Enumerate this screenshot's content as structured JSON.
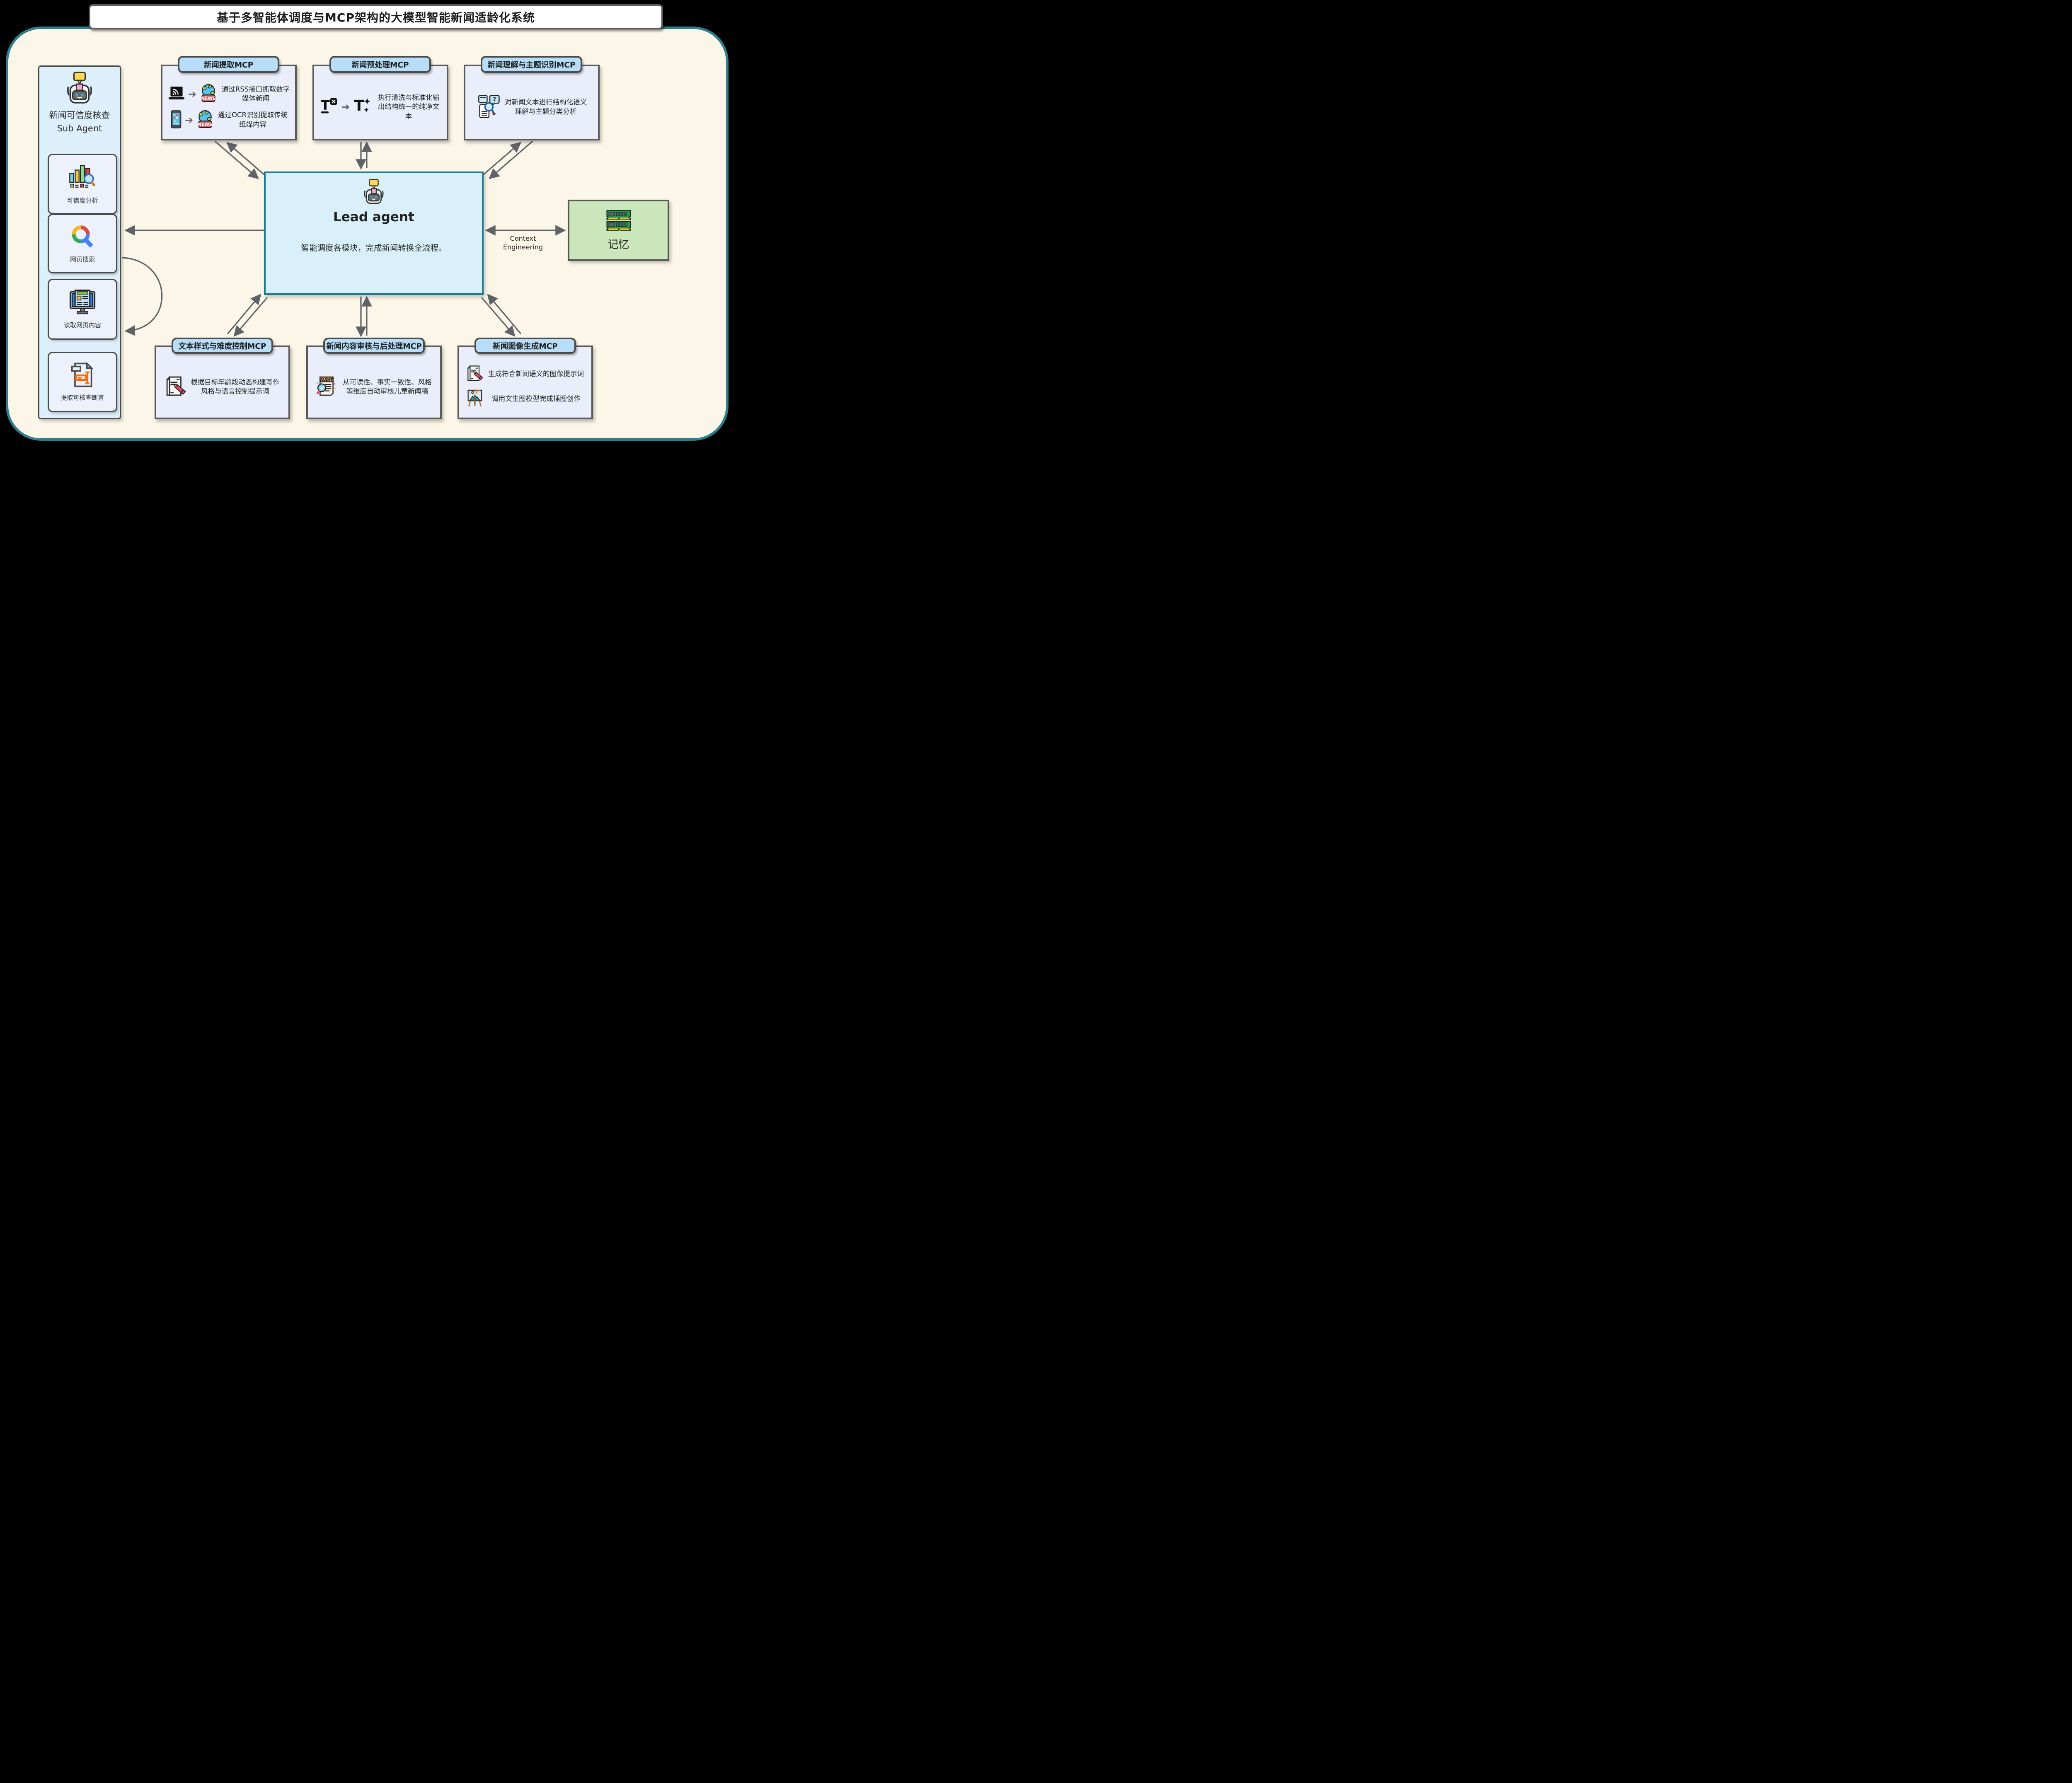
{
  "title": "基于多智能体调度与MCP架构的大模型智能新闻适龄化系统",
  "sidebar": {
    "title_line1": "新闻可信度核查",
    "title_line2": "Sub Agent",
    "tools": [
      {
        "label": "可信度分析"
      },
      {
        "label": "网页搜索"
      },
      {
        "label": "读取网页内容"
      },
      {
        "label": "提取可核查断言"
      }
    ]
  },
  "top_boxes": [
    {
      "header": "新闻提取MCP",
      "rows": [
        {
          "text": "通过RSS接口抓取数字媒体新闻"
        },
        {
          "text": "通过OCR识别提取传统纸媒内容"
        }
      ]
    },
    {
      "header": "新闻预处理MCP",
      "rows": [
        {
          "text": "执行清洗与标准化输出结构统一的纯净文本"
        }
      ]
    },
    {
      "header": "新闻理解与主题识别MCP",
      "rows": [
        {
          "text": "对新闻文本进行结构化语义理解与主题分类分析"
        }
      ]
    }
  ],
  "lead_agent": {
    "name": "Lead agent",
    "description": "智能调度各模块，完成新闻转换全流程。"
  },
  "memory": {
    "label": "记忆"
  },
  "context_link": {
    "line1": "Context",
    "line2": "Engineering"
  },
  "bottom_boxes": [
    {
      "header": "文本样式与难度控制MCP",
      "rows": [
        {
          "text": "根据目标年龄段动态构建写作风格与语言控制提示词"
        }
      ]
    },
    {
      "header": "新闻内容审核与后处理MCP",
      "rows": [
        {
          "text": "从可读性、事实一致性、风格等维度自动审核儿童新闻稿"
        }
      ]
    },
    {
      "header": "新闻图像生成MCP",
      "rows": [
        {
          "text": "生成符合新闻语义的图像提示词"
        },
        {
          "text": "调用文生图模型完成插图创作"
        }
      ]
    }
  ],
  "colors": {
    "canvas_bg": "#FBF6E7",
    "canvas_border": "#2B7F8E",
    "pill_bg": "#B7DDF9",
    "box_bg": "#E9EEFA",
    "sidebar_bg": "#DCEFFB",
    "lead_bg": "#D9F0FB",
    "lead_border": "#1B7A96",
    "memory_bg": "#CBE6BA",
    "arrow": "#5F6368"
  }
}
